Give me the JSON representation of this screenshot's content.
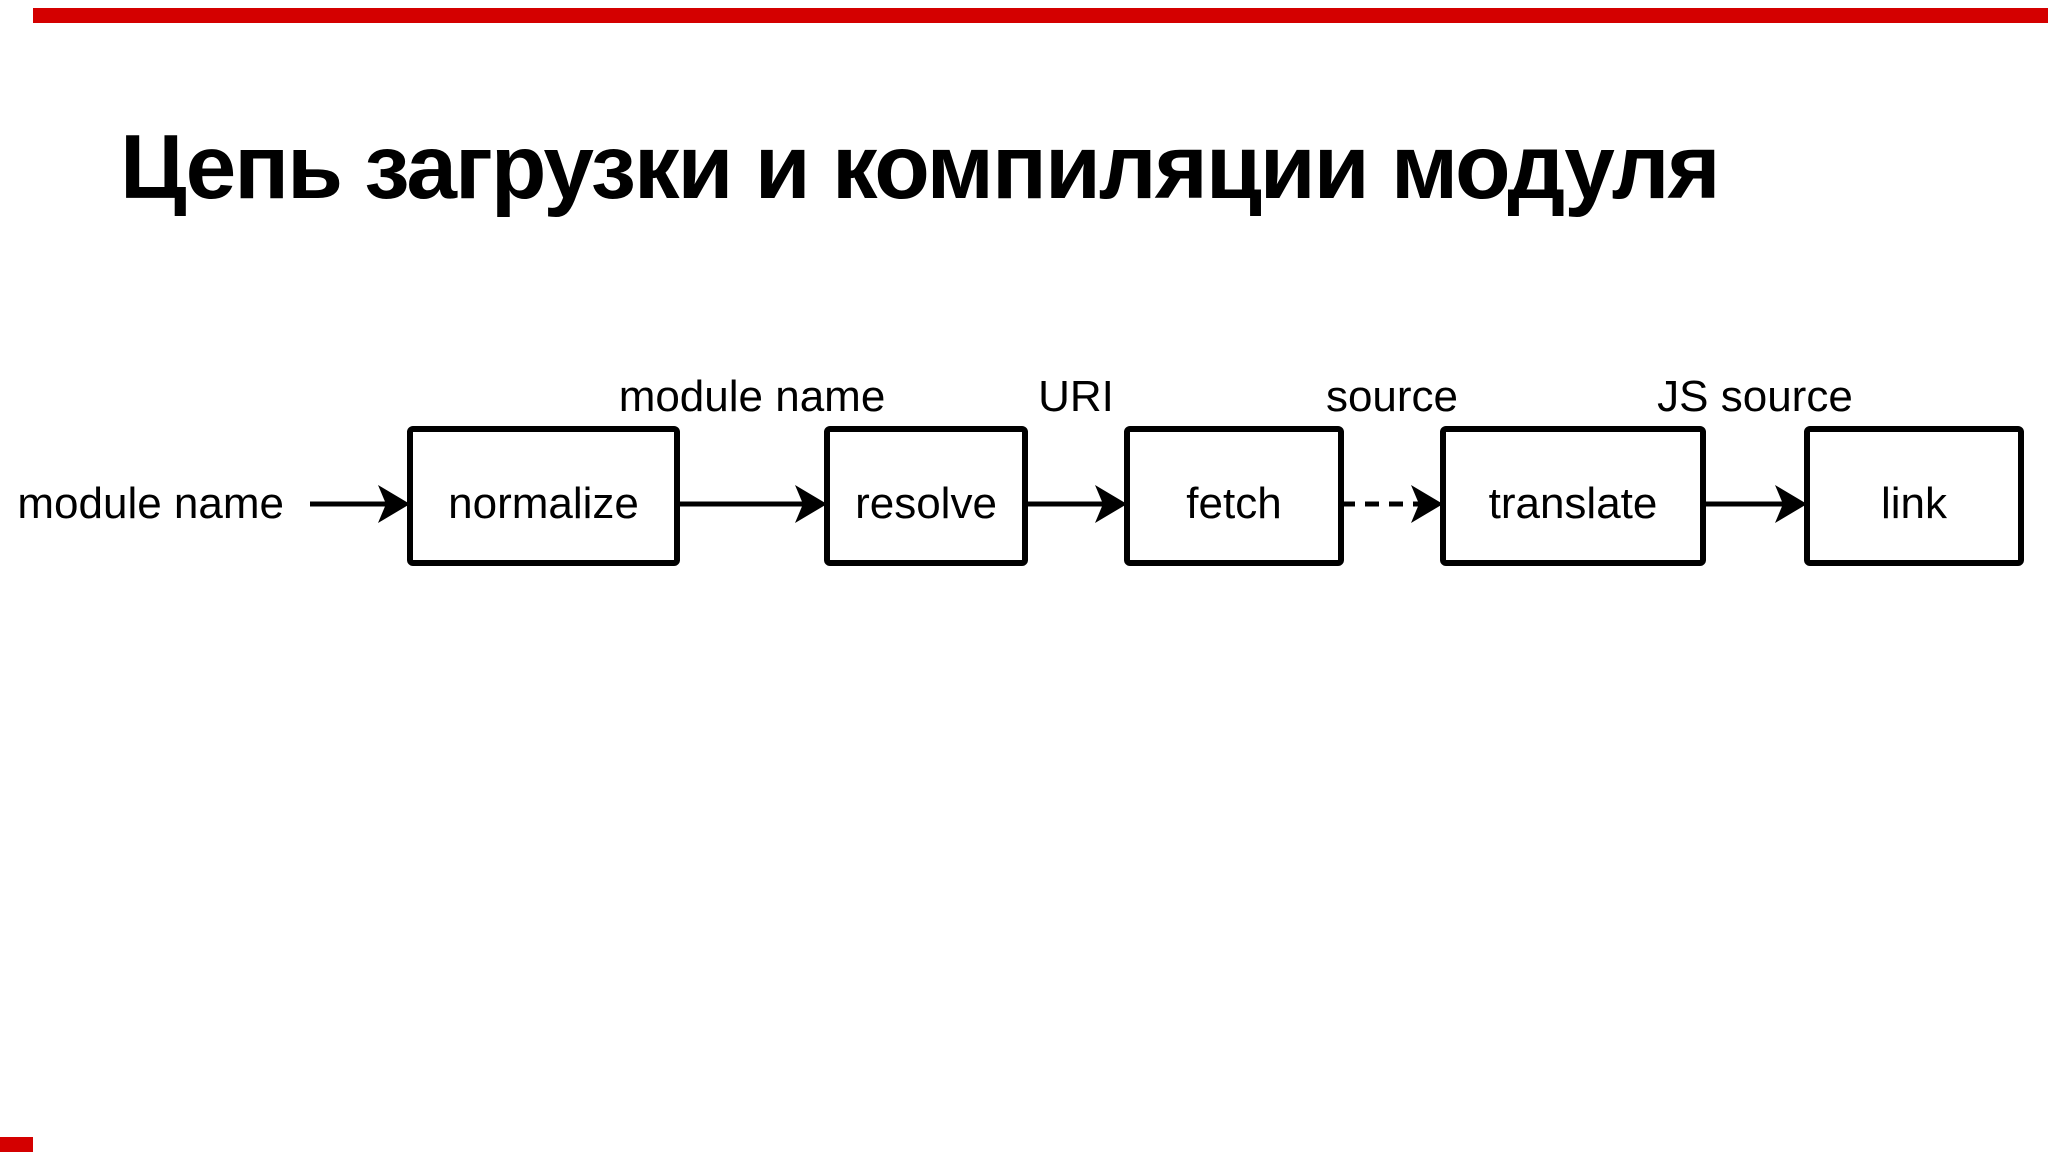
{
  "colors": {
    "progress_red": "#d40000",
    "ink": "#000000",
    "background": "#ffffff"
  },
  "title": {
    "text": "Цепь загрузки и компиляции модуля"
  },
  "diagram": {
    "input_label": "module name",
    "boxes": [
      {
        "id": "normalize",
        "label": "normalize"
      },
      {
        "id": "resolve",
        "label": "resolve"
      },
      {
        "id": "fetch",
        "label": "fetch"
      },
      {
        "id": "translate",
        "label": "translate"
      },
      {
        "id": "link",
        "label": "link"
      }
    ],
    "edges": [
      {
        "label": "",
        "style": "solid"
      },
      {
        "label": "module name",
        "style": "solid"
      },
      {
        "label": "URI",
        "style": "solid"
      },
      {
        "label": "source",
        "style": "dotted"
      },
      {
        "label": "JS source",
        "style": "solid"
      }
    ]
  }
}
